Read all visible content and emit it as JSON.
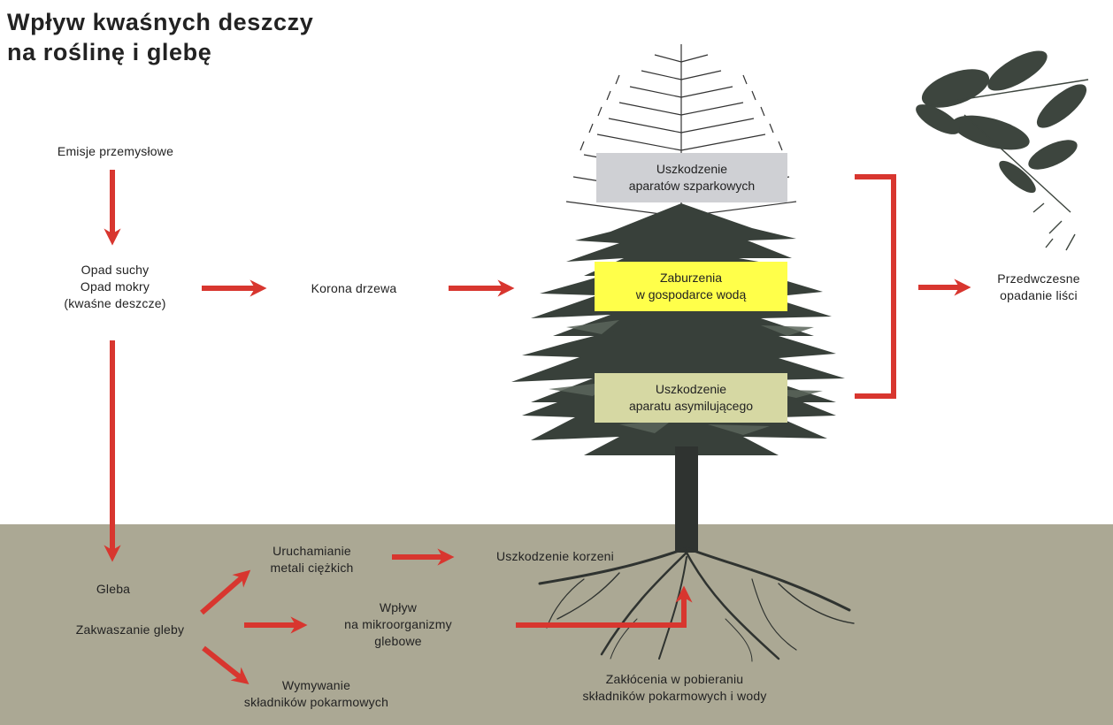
{
  "title": {
    "line1": "Wpływ kwaśnych deszczy",
    "line2": "na roślinę i glebę"
  },
  "colors": {
    "soil": "#aba894",
    "arrow": "#d8362f",
    "tree_dark": "#38403a",
    "tree_mid": "#586158",
    "box_gray": "#cfd0d4",
    "box_yellow": "#ffff4a",
    "box_green": "#d6d8a3"
  },
  "labels": {
    "emisje": "Emisje przemysłowe",
    "opad_1": "Opad suchy",
    "opad_2": "Opad mokry",
    "opad_3": "(kwaśne deszcze)",
    "korona": "Korona drzewa",
    "gleba": "Gleba",
    "zakwaszanie": "Zakwaszanie gleby",
    "uruchamianie_1": "Uruchamianie",
    "uruchamianie_2": "metali ciężkich",
    "uszkodzenie_korzeni": "Uszkodzenie korzeni",
    "wplyw_1": "Wpływ",
    "wplyw_2": "na mikroorganizmy",
    "wplyw_3": "glebowe",
    "wymywanie_1": "Wymywanie",
    "wymywanie_2": "składników pokarmowych",
    "zaklocenia_1": "Zakłócenia w pobieraniu",
    "zaklocenia_2": "składników pokarmowych i wody",
    "przedwczesne_1": "Przedwczesne",
    "przedwczesne_2": "opadanie liści"
  },
  "boxes": {
    "szparkowych_1": "Uszkodzenie",
    "szparkowych_2": "aparatów szparkowych",
    "woda_1": "Zaburzenia",
    "woda_2": "w gospodarce wodą",
    "asymilujacego_1": "Uszkodzenie",
    "asymilujacego_2": "aparatu asymilującego"
  }
}
